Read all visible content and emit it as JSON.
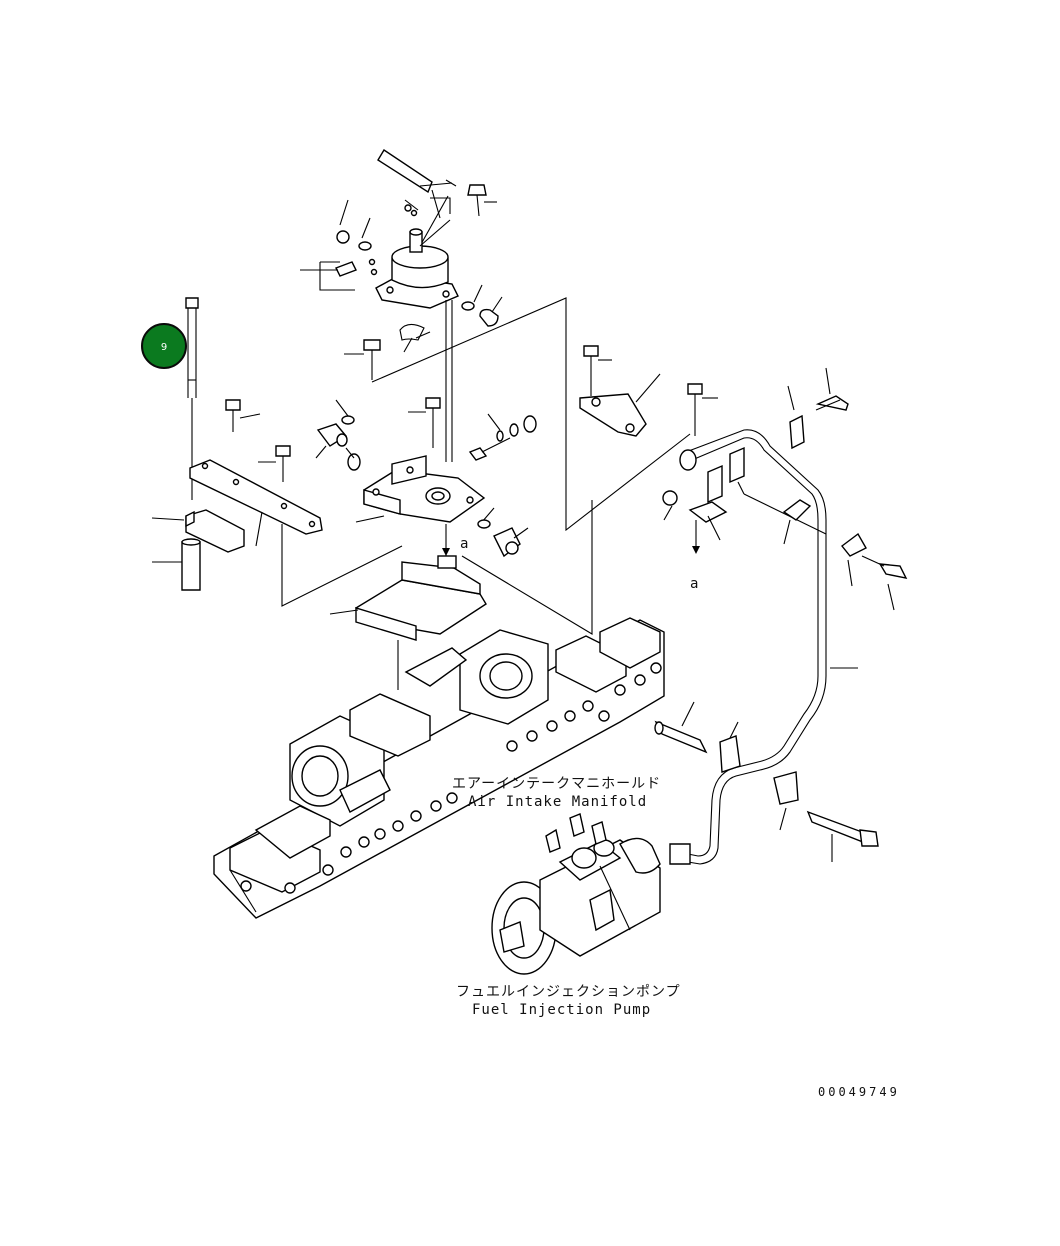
{
  "diagram": {
    "callout": {
      "label": "9",
      "color": "#0b7a1f",
      "border": "#0a0a0a"
    },
    "labels": {
      "view_marker_top": "a",
      "view_marker_right": "a",
      "manifold_jp": "エアーインテークマニホールド",
      "manifold_en": "Air Intake Manifold",
      "pump_jp": "フュエルインジェクションポンプ",
      "pump_en": "Fuel Injection Pump",
      "drawing_number": "00049749"
    }
  }
}
